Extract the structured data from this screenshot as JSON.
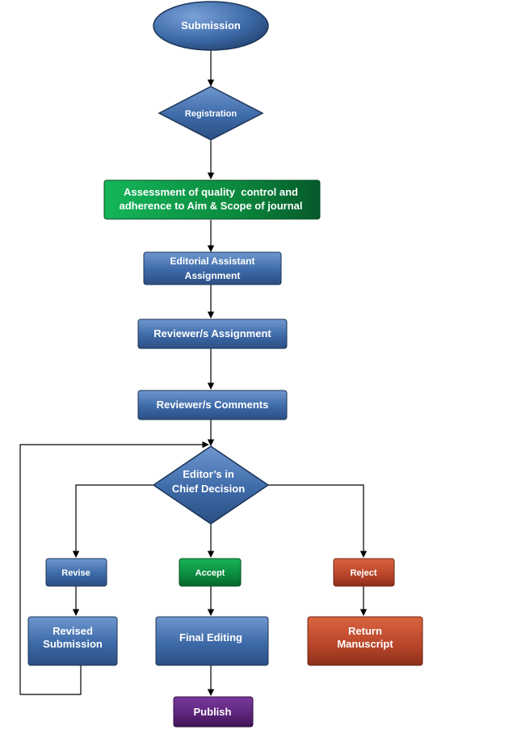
{
  "colors": {
    "blue": "#3d6aa8",
    "green": "#0b8a3e",
    "red": "#b8452a",
    "purple": "#5b2378",
    "line": "#000000"
  },
  "nodes": {
    "submission": "Submission",
    "registration": "Registration",
    "assessment": [
      "Assessment of quality  control and",
      "adherence to Aim & Scope of journal"
    ],
    "editorial_assistant": [
      "Editorial Assistant",
      "Assignment"
    ],
    "reviewer_assignment": "Reviewer/s Assignment",
    "reviewer_comments": "Reviewer/s Comments",
    "editor_decision": [
      "Editor’s in",
      "Chief Decision"
    ],
    "revise": "Revise",
    "accept": "Accept",
    "reject": "Reject",
    "revised_submission": [
      "Revised",
      "Submission"
    ],
    "final_editing": "Final Editing",
    "return_manuscript": [
      "Return",
      "Manuscript"
    ],
    "publish": "Publish"
  }
}
